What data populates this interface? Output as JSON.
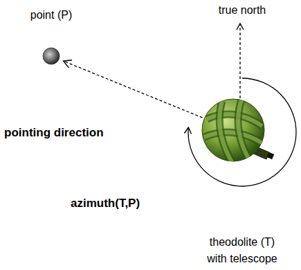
{
  "diagram": {
    "nodes": [
      {
        "text": [
          "point (P)"
        ]
      },
      {
        "text": [
          "theodolite (T) with telescope"
        ]
      }
    ],
    "edges": [
      {
        "from": 1,
        "to": 0,
        "label": "pointing direction",
        "arrow": "to"
      }
    ],
    "labels": [
      "true north",
      "azimuth(T,P)"
    ]
  }
}
